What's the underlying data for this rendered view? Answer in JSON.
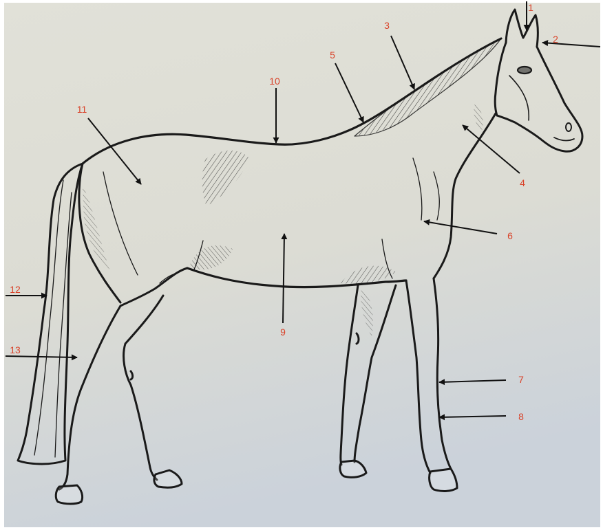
{
  "labels": [
    "1",
    "2",
    "3",
    "4",
    "5",
    "6",
    "7",
    "8",
    "9",
    "10",
    "11",
    "12",
    "13"
  ],
  "colors": {
    "label": "#d9432a",
    "ink": "#1a1a1a",
    "paper_top": "#dfe0d6",
    "paper_bottom": "#cdd3db",
    "frame": "#ffffff"
  },
  "figure": "horse-outline-drawing"
}
